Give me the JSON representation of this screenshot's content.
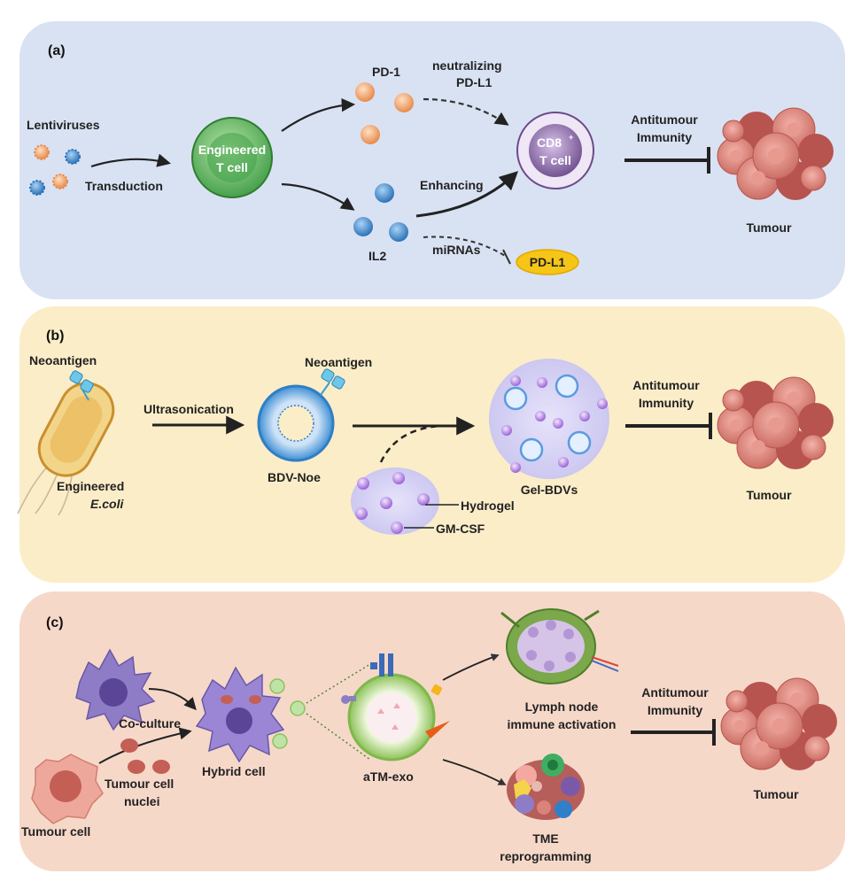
{
  "panels": {
    "a": {
      "label": "(a)",
      "lentiviruses": "Lentiviruses",
      "transduction": "Transduction",
      "engineered_line1": "Engineered",
      "engineered_line2": "T cell",
      "pd1": "PD-1",
      "neutralizing_line1": "neutralizing",
      "neutralizing_line2": "PD-L1",
      "il2": "IL2",
      "enhancing": "Enhancing",
      "mirnas": "miRNAs",
      "pdl1_badge": "PD-L1",
      "cd8_line1": "CD8",
      "cd8_sup": "+",
      "cd8_line2": "T cell",
      "antitumour_line1": "Antitumour",
      "antitumour_line2": "Immunity",
      "tumour": "Tumour"
    },
    "b": {
      "label": "(b)",
      "neoantigen_left": "Neoantigen",
      "ultrasonication": "Ultrasonication",
      "neoantigen_mid": "Neoantigen",
      "engineered_line1": "Engineered",
      "engineered_line2": "E.coli",
      "bdv_noe": "BDV-Noe",
      "gel_bdvs": "Gel-BDVs",
      "hydrogel": "Hydrogel",
      "gm_csf": "GM-CSF",
      "antitumour_line1": "Antitumour",
      "antitumour_line2": "Immunity",
      "tumour": "Tumour"
    },
    "c": {
      "label": "(c)",
      "co_culture": "Co-culture",
      "hybrid_cell": "Hybrid cell",
      "tumour_nuclei_line1": "Tumour cell",
      "tumour_nuclei_line2": "nuclei",
      "tumour_cell": "Tumour cell",
      "atm_exo": "aTM-exo",
      "lymph_line1": "Lymph node",
      "lymph_line2": "immune activation",
      "tme_line1": "TME",
      "tme_line2": "reprogramming",
      "antitumour_line1": "Antitumour",
      "antitumour_line2": "Immunity",
      "tumour": "Tumour"
    }
  },
  "colors": {
    "panel_a_bg": "#d9e2f3",
    "panel_b_bg": "#fbedc8",
    "panel_c_bg": "#f6d8c9",
    "tumour": "#d9837b",
    "tumour_dark": "#a84a46",
    "engineered_t_cell": "#5cb85c",
    "cd8_t_cell": "#7b5a97",
    "pd1_sphere": "#f2a36a",
    "il2_sphere": "#3a86c8",
    "pdl1_badge": "#f5c518",
    "gm_csf_sphere": "#b48ae0"
  },
  "icons": [
    "lentivirus-icon",
    "engineered-t-cell-icon",
    "pd1-sphere-icon",
    "il2-sphere-icon",
    "cd8-t-cell-icon",
    "tumour-icon",
    "e-coli-icon",
    "neoantigen-icon",
    "bdv-vesicle-icon",
    "hydrogel-icon",
    "gel-bdvs-icon",
    "dendritic-cell-icon",
    "hybrid-cell-icon",
    "tumour-cell-icon",
    "exosome-icon",
    "lymph-node-icon",
    "tme-icon",
    "inhibition-bar-icon"
  ]
}
